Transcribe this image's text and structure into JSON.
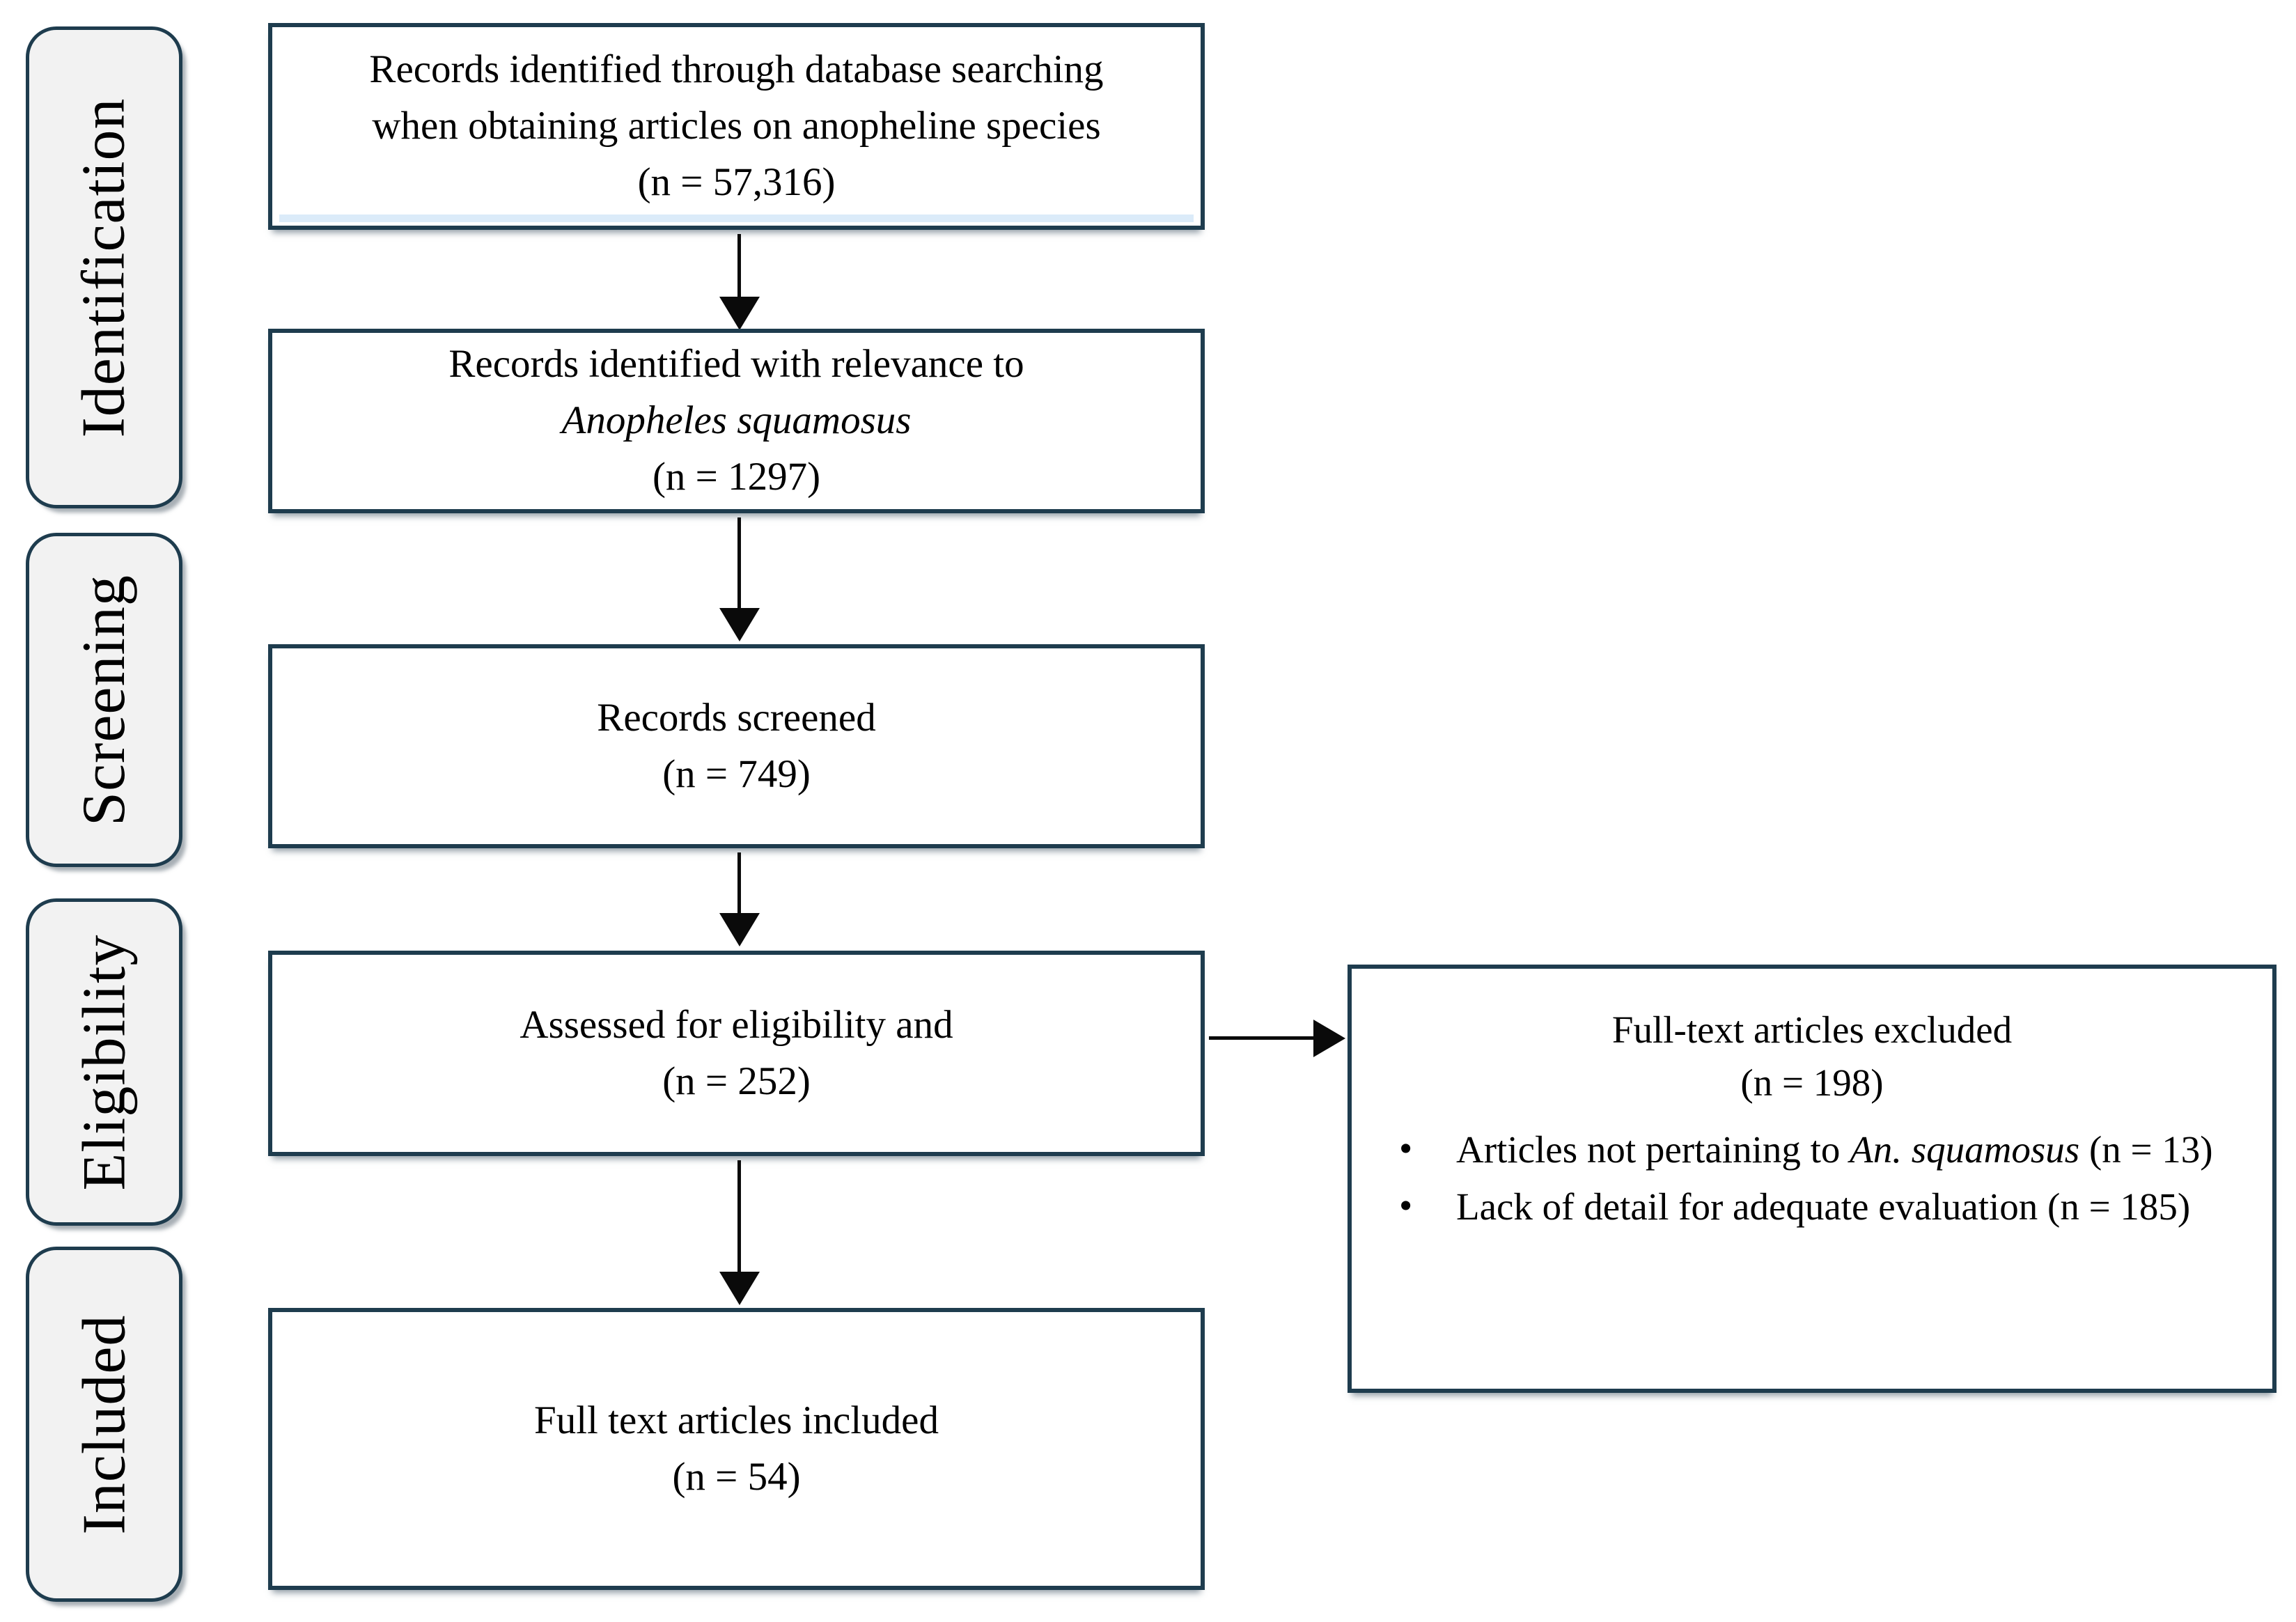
{
  "stages": [
    {
      "label": "Identification"
    },
    {
      "label": "Screening"
    },
    {
      "label": "Eligibility"
    },
    {
      "label": "Included"
    }
  ],
  "boxes": {
    "identified": {
      "line1": "Records identified through database searching",
      "line2": "when obtaining articles on anopheline species",
      "count": "(n = 57,316)"
    },
    "relevance": {
      "line1": "Records identified with relevance to",
      "species_italic": "Anopheles squamosus",
      "count": "(n = 1297)"
    },
    "screened": {
      "line1": "Records screened",
      "count": "(n = 749)"
    },
    "eligibility": {
      "line1": "Assessed for eligibility and",
      "count": "(n = 252)"
    },
    "included": {
      "line1": "Full text articles included",
      "count": "(n = 54)"
    }
  },
  "excluded": {
    "title": "Full-text articles excluded",
    "count": "(n = 198)",
    "bullet_glyph": "•",
    "bullet1": {
      "prefix": "Articles not pertaining to ",
      "italic": "An. squamosus",
      "suffix": " (n = 13)"
    },
    "bullet2": "Lack of detail for adequate evaluation (n = 185)"
  },
  "colors": {
    "box_border": "#1e3c4e",
    "stage_fill": "#f2f2f2",
    "arrow": "#0a0a0a",
    "highlight_band": "#d9eaf9"
  }
}
